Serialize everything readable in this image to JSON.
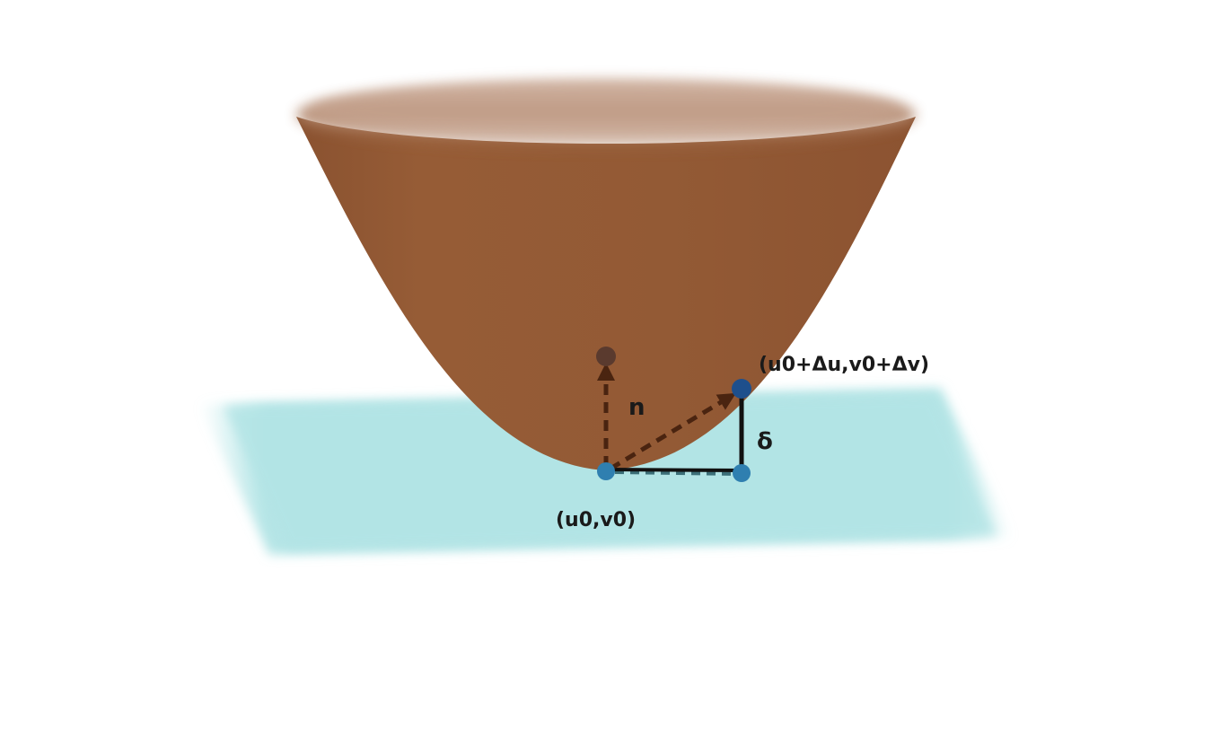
{
  "labels": {
    "origin_point": "(u0,v0)",
    "displaced_point": "(u0+Δu,v0+Δv)",
    "normal": "n",
    "offset": "δ"
  },
  "colors": {
    "paraboloid": "#935a35",
    "paraboloid_rim": "#b48a70",
    "tangent_plane": "#aee3e4",
    "point_on_plane": "#2f7fb0",
    "point_on_surface": "#1e4f8c",
    "normal_tip": "#5a3a2e",
    "dashed_arrow": "#4a2410",
    "solid_line": "#111111"
  }
}
